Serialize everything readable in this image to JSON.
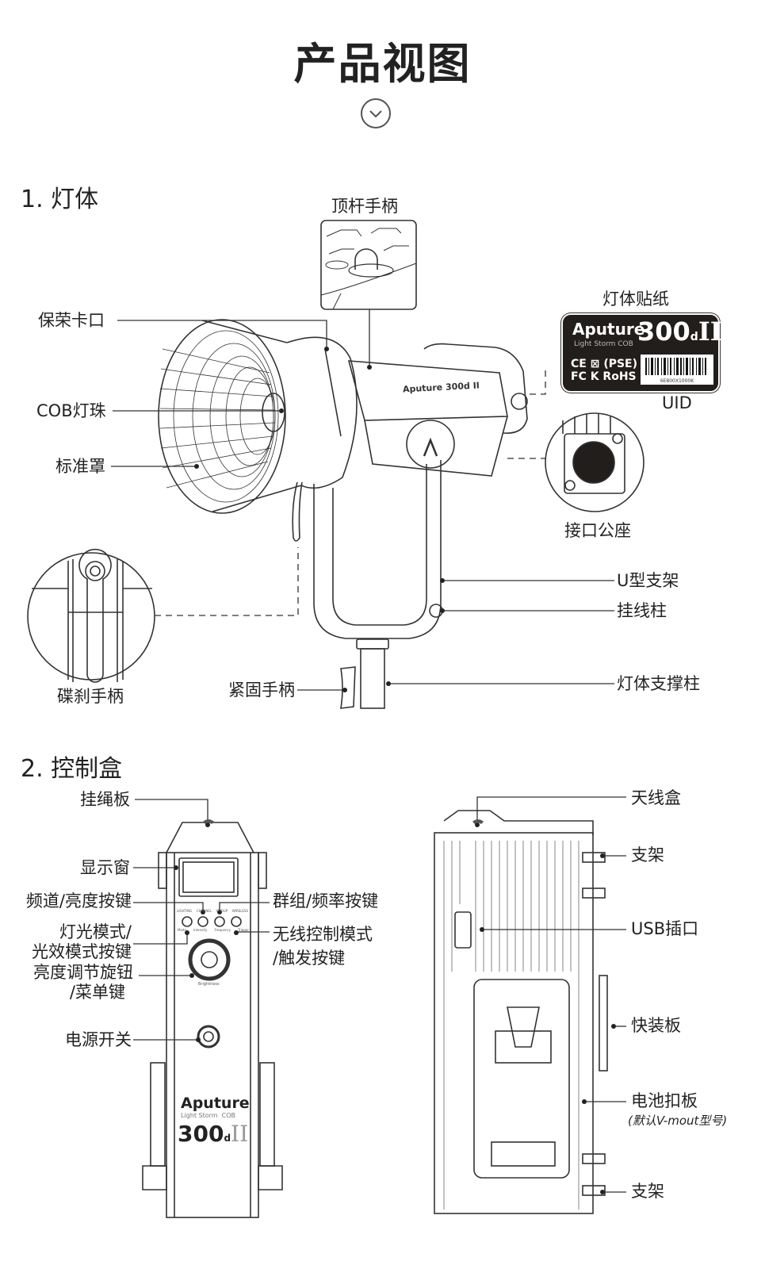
{
  "page": {
    "title": "产品视图",
    "scroll_hint_icon": "chevron-down-icon"
  },
  "section1": {
    "heading": "1. 灯体",
    "labels": {
      "top_handle": "顶杆手柄",
      "bowens_mount": "保荣卡口",
      "cob_led": "COB灯珠",
      "standard_reflector": "标准罩",
      "body_sticker": "灯体贴纸",
      "uid": "UID",
      "connector": "接口公座",
      "u_bracket": "U型支架",
      "cable_hook": "挂线柱",
      "brake_handle": "碟刹手柄",
      "lock_handle": "紧固手柄",
      "support_pole": "灯体支撑柱"
    },
    "sticker": {
      "brand": "Aputure",
      "series": "Light Storm",
      "type": "COB",
      "model": "300",
      "model_suffix": "d",
      "generation": "II",
      "marks_row1": "CE ⊠ (PSE)",
      "marks_row2": "FC K RoHS",
      "barcode_number": "6E800X1000K"
    },
    "body_branding": "Aputure 300d II"
  },
  "section2": {
    "heading": "2. 控制盒",
    "front_labels": {
      "lanyard_plate": "挂绳板",
      "display": "显示窗",
      "channel_brightness_key": "频道/亮度按键",
      "light_mode_line1": "灯光模式/",
      "light_mode_line2": "光效模式按键",
      "knob_line1": "亮度调节旋钮",
      "knob_line2": "/菜单键",
      "power_switch": "电源开关",
      "group_frequency_key": "群组/频率按键",
      "wireless_line1": "无线控制模式",
      "wireless_line2": "/触发按键"
    },
    "back_labels": {
      "antenna_box": "天线盒",
      "bracket_top": "支架",
      "usb_port": "USB插口",
      "quick_release_plate": "快装板",
      "battery_plate": "电池扣板",
      "battery_plate_note": "(默认V-mout型号)",
      "bracket_bottom": "支架"
    },
    "panel_text": {
      "button_labels": [
        "LIGHTING",
        "CHANNEL",
        "GROUP",
        "WIRELESS"
      ],
      "button_sub": [
        "Mode",
        "Intensity",
        "Frequency",
        "Trigger"
      ],
      "knob_label": "Brightness",
      "brand": "Aputure",
      "series": "Light Storm",
      "type": "COB",
      "model": "300",
      "model_suffix": "d",
      "generation": "II"
    }
  }
}
